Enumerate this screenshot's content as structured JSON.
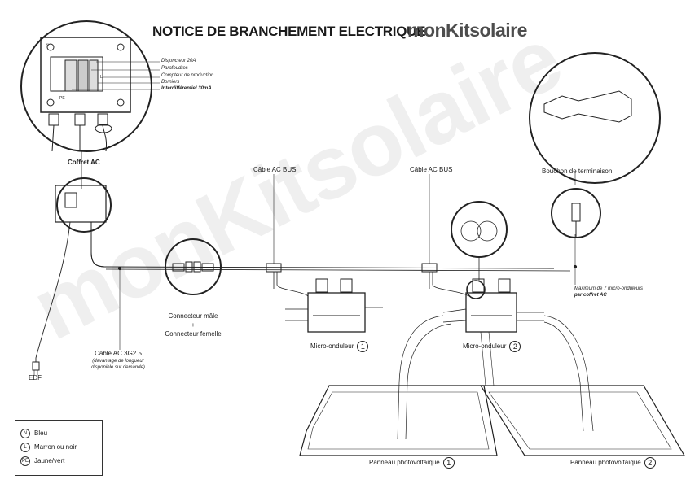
{
  "header": {
    "title": "NOTICE DE BRANCHEMENT ELECTRIQUE",
    "brand": "monKitsolaire"
  },
  "watermark": "monKitsolaire",
  "coffret": {
    "title": "Coffret AC",
    "annotations": [
      "Disjoncteur 20A",
      "Parafoudres",
      "Compteur de production",
      "Borniers",
      "Interdifférentiel 30mA"
    ],
    "terminals": [
      "N",
      "L",
      "PE"
    ]
  },
  "labels": {
    "cable_ac_bus_1": "Câble AC BUS",
    "cable_ac_bus_2": "Câble AC BUS",
    "bouchon": "Bouchon de terminaison",
    "connecteur_male": "Connecteur mâle",
    "plus": "+",
    "connecteur_femelle": "Connecteur femelle",
    "cable_ac": "Câble AC 3G2.5",
    "cable_ac_note1": "(davantage de longueur",
    "cable_ac_note2": "disponible sur demande)",
    "edf": "EDF",
    "micro1": "Micro-onduleur",
    "micro2": "Micro-onduleur",
    "max_note1": "Maximum de 7 micro-onduleurs",
    "max_note2": "par coffret AC",
    "panel1": "Panneau photovoltaïque",
    "panel2": "Panneau photovoltaïque",
    "num1": "1",
    "num2": "2",
    "num3": "1",
    "num4": "2"
  },
  "legend": [
    {
      "symbol": "N",
      "label": "Bleu"
    },
    {
      "symbol": "L",
      "label": "Marron ou noir"
    },
    {
      "symbol": "PE",
      "label": "Jaune/vert"
    }
  ]
}
